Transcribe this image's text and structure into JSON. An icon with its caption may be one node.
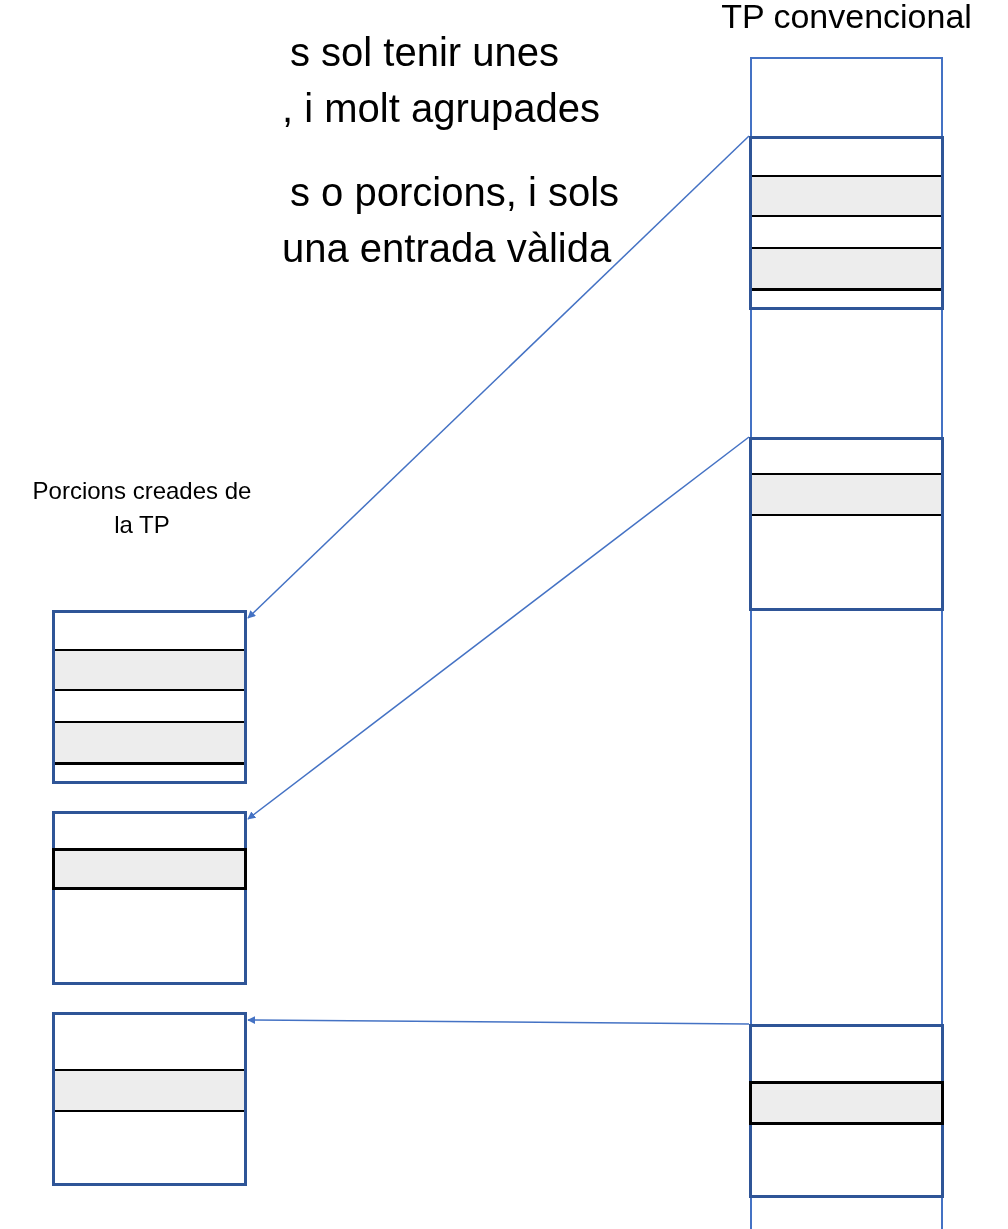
{
  "diagram": {
    "nodes": [
      {
        "text": [
          "TP convencional"
        ]
      },
      {
        "text": [],
        "shape": "box",
        "in": 0
      },
      {
        "text": [],
        "shape": "box",
        "in": 0
      },
      {
        "text": [],
        "shape": "box",
        "in": 0
      },
      {
        "text": [],
        "shape": "box"
      },
      {
        "text": [],
        "shape": "box"
      },
      {
        "text": [],
        "shape": "box"
      }
    ],
    "edges": [
      {
        "from": 1,
        "to": 4,
        "arrow": "to"
      },
      {
        "from": 2,
        "to": 5,
        "arrow": "to"
      },
      {
        "from": 3,
        "to": 6,
        "arrow": "to"
      }
    ],
    "labels": [
      "s sol tenir unes",
      ", i molt agrupades",
      "s o porcions, i sols",
      "una entrada vàlida",
      "Porcions creades de la TP"
    ]
  }
}
